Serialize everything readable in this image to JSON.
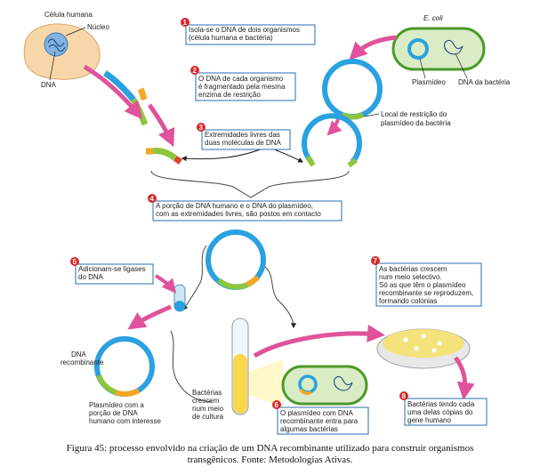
{
  "labels": {
    "human_cell": "Célula humana",
    "nucleus": "Núcleo",
    "dna": "DNA",
    "ecoli": "E. coli",
    "plasmid": "Plasmídeo",
    "bacteria_dna": "DNA da bactéria",
    "restriction_site": [
      "Local de restrição do",
      "plasmídeo da bactéria"
    ],
    "recombinant_dna": [
      "DNA",
      "recombinante"
    ],
    "plasmid_human": [
      "Plasmídeo com a",
      "porção de DNA",
      "humano com interesse"
    ],
    "bacteria_growing": [
      "Bactérias",
      "crescem",
      "num meio",
      "de cultura"
    ]
  },
  "steps": [
    {
      "num": "1",
      "lines": [
        "Isola-se o DNA de dois organismos",
        "(célula humana e bactéria)"
      ]
    },
    {
      "num": "2",
      "lines": [
        "O DNA de cada organismo",
        "é fragmentado pela mesma",
        "enzima de restrição"
      ]
    },
    {
      "num": "3",
      "lines": [
        "Extremidades livres das",
        "duas moléculas de DNA"
      ]
    },
    {
      "num": "4",
      "lines": [
        "A porção de DNA humano e o DNA do plasmídeo,",
        "com as extremidades livres, são postos em contacto"
      ]
    },
    {
      "num": "5",
      "lines": [
        "Adicionam-se ligases",
        "do DNA"
      ]
    },
    {
      "num": "6",
      "lines": [
        "O plasmídeo com DNA",
        "recombinante entra para",
        "algumas bactérias"
      ]
    },
    {
      "num": "7",
      "lines": [
        "As bactérias crescem",
        "num meio selectivo.",
        "Só as que têm o plasmídeo",
        "recombinante se reproduzem,",
        "formando colónias"
      ]
    },
    {
      "num": "8",
      "lines": [
        "Bactérias tendo cada",
        "uma delas cópias do",
        "gene humano"
      ]
    }
  ],
  "caption": [
    "Figura 45: processo envolvido na criação de um DNA recombinante utilizado para construir organismos",
    "transgênicos. Fonte: Metodologias Ativas."
  ],
  "colors": {
    "plasmid_blue": "#2aa1e0",
    "green_segment": "#8cc63f",
    "orange_segment": "#f5a623",
    "red_segment": "#e2402c",
    "magenta_arrow": "#e0529b",
    "box_border": "#2a6db5",
    "step_circle": "#d9262b",
    "tube_yellow": "#f7d84a",
    "dish_yellow": "#f4e27c",
    "bacterium_green": "#6cb33f"
  }
}
